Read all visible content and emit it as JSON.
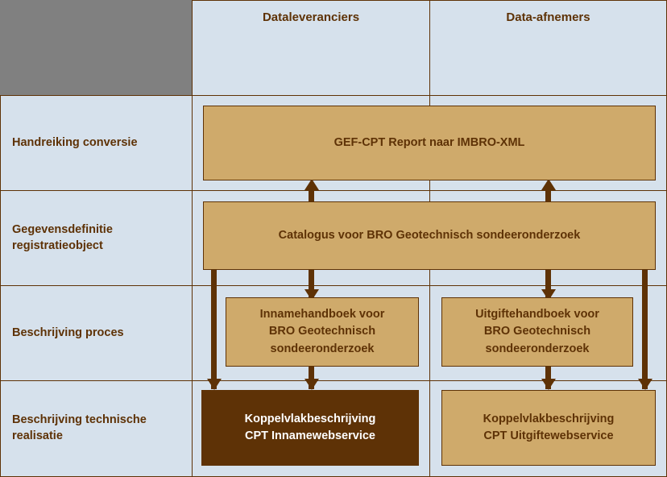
{
  "colors": {
    "panel_blue": "#d6e1ec",
    "gray_block": "#808080",
    "box_tan": "#cfaa6b",
    "accent_brown": "#5e3206",
    "highlight_text": "#ffffff"
  },
  "columns": {
    "corner_label": "",
    "headers": [
      {
        "label": "Dataleveranciers"
      },
      {
        "label": "Data-afnemers"
      }
    ]
  },
  "rows": [
    {
      "label": "Handreiking conversie"
    },
    {
      "label": "Gegevensdefinitie registratieobject"
    },
    {
      "label": "Beschrijving proces"
    },
    {
      "label": "Beschrijving technische realisatie"
    }
  ],
  "boxes": [
    {
      "id": "gef-cpt-report",
      "lines": [
        "GEF-CPT Report naar IMBRO-XML"
      ],
      "highlight": false
    },
    {
      "id": "catalogus",
      "lines": [
        "Catalogus voor BRO Geotechnisch sondeeronderzoek"
      ],
      "highlight": false
    },
    {
      "id": "innamehandboek",
      "lines": [
        "Innamehandboek voor",
        "BRO Geotechnisch",
        "sondeeronderzoek"
      ],
      "highlight": false
    },
    {
      "id": "uitgiftehandboek",
      "lines": [
        "Uitgiftehandboek voor",
        "BRO Geotechnisch",
        "sondeeronderzoek"
      ],
      "highlight": false
    },
    {
      "id": "koppelvlak-inname",
      "lines": [
        "Koppelvlakbeschrijving",
        "CPT Innamewebservice"
      ],
      "highlight": true
    },
    {
      "id": "koppelvlak-uitgifte",
      "lines": [
        "Koppelvlakbeschrijving",
        "CPT Uitgiftewebservice"
      ],
      "highlight": false
    }
  ]
}
